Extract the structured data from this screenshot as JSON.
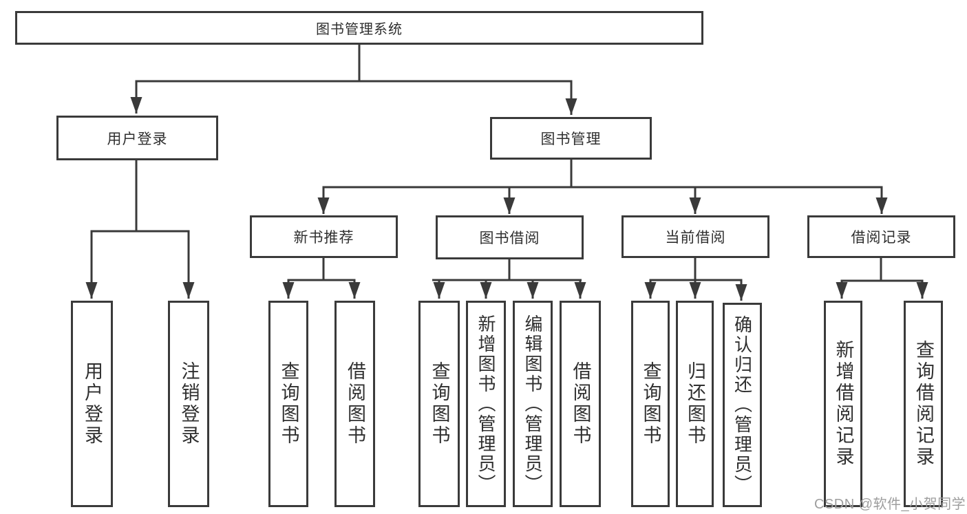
{
  "colors": {
    "line": "#3a3a3a",
    "box_border": "#3a3a3a",
    "text": "#2f2f2f",
    "background": "#ffffff",
    "watermark": "#9e9e9e"
  },
  "tree": {
    "root": "图书管理系统",
    "login": {
      "label": "用户登录",
      "leaves": [
        "用户登录",
        "注销登录"
      ]
    },
    "manage": {
      "label": "图书管理",
      "groups": [
        {
          "label": "新书推荐",
          "leaves": [
            "查询图书",
            "借阅图书"
          ]
        },
        {
          "label": "图书借阅",
          "leaves": [
            "查询图书",
            "新增图书（管理员）",
            "编辑图书（管理员）",
            "借阅图书"
          ]
        },
        {
          "label": "当前借阅",
          "leaves": [
            "查询图书",
            "归还图书",
            "确认归还（管理员）"
          ]
        },
        {
          "label": "借阅记录",
          "leaves": [
            "新增借阅记录",
            "查询借阅记录"
          ]
        }
      ]
    }
  },
  "watermark": "CSDN @软件_小贺同学"
}
